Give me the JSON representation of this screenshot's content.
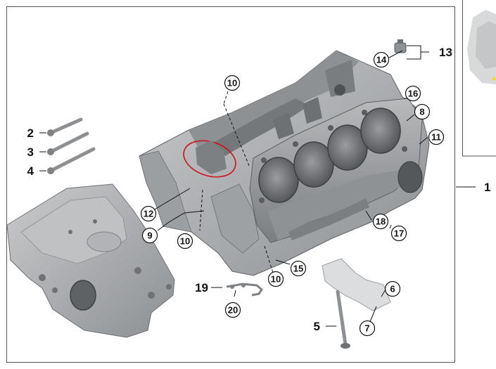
{
  "diagram": {
    "callouts_circled": [
      {
        "id": "c10a",
        "label": "10"
      },
      {
        "id": "c14",
        "label": "14"
      },
      {
        "id": "c16",
        "label": "16"
      },
      {
        "id": "c8",
        "label": "8"
      },
      {
        "id": "c11",
        "label": "11"
      },
      {
        "id": "c12",
        "label": "12"
      },
      {
        "id": "c9",
        "label": "9"
      },
      {
        "id": "c10b",
        "label": "10"
      },
      {
        "id": "c18",
        "label": "18"
      },
      {
        "id": "c17",
        "label": "17"
      },
      {
        "id": "c15",
        "label": "15"
      },
      {
        "id": "c10c",
        "label": "10"
      },
      {
        "id": "c6",
        "label": "6"
      },
      {
        "id": "c7",
        "label": "7"
      },
      {
        "id": "c20",
        "label": "20"
      }
    ],
    "callouts_plain": [
      {
        "id": "p2",
        "label": "2"
      },
      {
        "id": "p3",
        "label": "3"
      },
      {
        "id": "p4",
        "label": "4"
      },
      {
        "id": "p13",
        "label": "13"
      },
      {
        "id": "p1",
        "label": "1"
      },
      {
        "id": "p19",
        "label": "19"
      },
      {
        "id": "p5",
        "label": "5"
      }
    ],
    "highlight_color": "#d0101a",
    "part_color": "#a9abad",
    "dark_part_color": "#6f7275"
  }
}
